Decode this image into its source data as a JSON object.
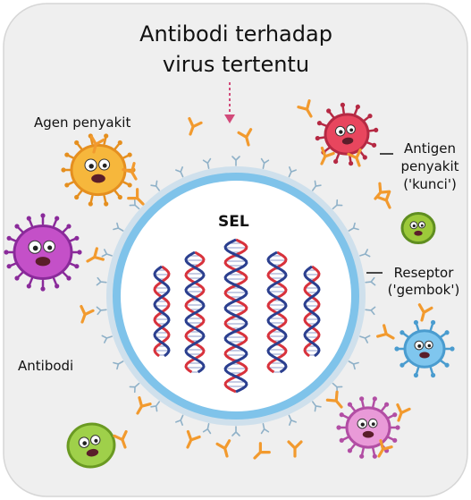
{
  "title_line1": "Antibodi terhadap",
  "title_line2": "virus tertentu",
  "cell_label": "SEL",
  "labels": {
    "pathogen": "Agen penyakit",
    "antibody": "Antibodi",
    "antigen_line1": "Antigen",
    "antigen_line2": "penyakit",
    "antigen_line3": "('kunci')",
    "receptor_line1": "Reseptor",
    "receptor_line2": "('gembok')"
  },
  "colors": {
    "antibody": "#f29a2e",
    "membrane_outer": "#cfe0ec",
    "membrane_inner": "#7fc3ea",
    "cytoplasm": "#ffffff",
    "receptor": "#8fb1c8",
    "dna_red": "#d8323c",
    "dna_blue": "#2b3f8f",
    "arrow": "#d24a7a",
    "panel_bg": "#efefef",
    "panel_border": "#d6d6d6"
  },
  "icons": [
    "antibody-icon",
    "receptor-icon",
    "dna-helix-icon",
    "germ-icon"
  ]
}
